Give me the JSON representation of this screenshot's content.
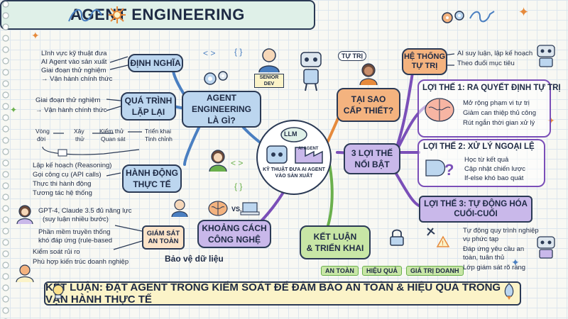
{
  "title": "AGENT ENGINEERING",
  "center": {
    "label": "LLM",
    "tag": "AI AGENT",
    "caption": "KỸ THUẬT ĐƯA AI AGENT VÀO SẢN XUẤT"
  },
  "agent_eng": {
    "line1": "AGENT",
    "line2": "ENGINEERING",
    "line3": "LÀ GÌ?"
  },
  "why": {
    "line1": "TẠI SAO",
    "line2": "CẤP THIẾT?",
    "tag": "TỰ TRỊ",
    "senior": "SENIOR DEV"
  },
  "dinh_nghia": {
    "label": "ĐỊNH NGHĨA",
    "items": [
      "Lĩnh vực kỹ thuật đưa",
      "AI Agent vào sản xuất",
      "Giai đoạn thử nghiệm",
      "→ Vận hành chính thức"
    ]
  },
  "qua_trinh": {
    "line1": "QUÁ TRÌNH",
    "line2": "LẶP LẠI",
    "items": [
      "Giai đoạn thử nghiệm",
      "→ Vận hành chính thức"
    ],
    "cycle": [
      "Vòng",
      "đời",
      "Xây",
      "thử",
      "Kiểm thử",
      "Quan sát",
      "Triển khai",
      "Tinh chỉnh"
    ]
  },
  "hanh_dong": {
    "line1": "HÀNH ĐỘNG",
    "line2": "THỰC TẾ",
    "items": [
      "Lập kế hoạch (Reasoning)",
      "Gọi công cụ (API calls)",
      "Thực thi hành động",
      "Tương tác hệ thống"
    ]
  },
  "khoang_cach": {
    "line1": "KHOẢNG CÁCH",
    "line2": "CÔNG NGHỆ",
    "vs": "VS.",
    "items": [
      "GPT-4, Claude 3.5 đủ năng lực",
      "(suy luận nhiều bước)",
      "Phần mềm truyền thống",
      "khó đáp ứng (rule-based"
    ]
  },
  "giam_sat": {
    "line1": "GIÁM SÁT",
    "line2": "AN TOÀN",
    "items": [
      "Kiểm soát rủi ro",
      "Phù hợp kiến trúc doanh nghiệp"
    ],
    "sub": "Bảo vệ dữ liệu"
  },
  "ket_luan_node": {
    "line1": "KẾT LUẬN",
    "line2": "& TRIỂN KHAI",
    "badges": [
      "AN TOÀN",
      "HIỆU QUẢ",
      "GIÁ TRỊ DOANH"
    ]
  },
  "ba_loi_the": {
    "line1": "3 LỢI THẾ",
    "line2": "NỔI BẬT"
  },
  "he_thong": {
    "line1": "HỆ THỐNG",
    "line2": "TỰ TRỊ",
    "items": [
      "AI suy luận, lập kế hoạch",
      "Theo đuổi mục tiêu"
    ]
  },
  "loi_the_1": {
    "title": "LỢI THẾ 1: RA QUYẾT ĐỊNH TỰ TRỊ",
    "items": [
      "Mở rộng phạm vi tự trị",
      "Giảm can thiệp thủ công",
      "Rút ngắn thời gian xử lý"
    ]
  },
  "loi_the_2": {
    "title": "LỢI THẾ 2: XỬ LÝ NGOẠI LỆ",
    "items": [
      "Học từ kết quả",
      "Cập nhật chiến lược",
      "If-else khó bao quát"
    ]
  },
  "loi_the_3": {
    "title1": "LỢI THẾ 3: TỰ ĐỘNG HÓA",
    "title2": "CUỐI-CUỐI",
    "items": [
      "Tự động quy trình nghiệp",
      "vụ phức tạp",
      "Đáp ứng yêu cầu an",
      "toàn, tuân thủ",
      "Lớp giám sát rõ ràng"
    ]
  },
  "conclusion": "KẾT LUẬN: ĐẶT AGENT TRONG KIỂM SOÁT ĐỂ ĐẢM BẢO AN TOÀN & HIỆU QUẢ TRONG VẬN HÀNH THỰC TẾ",
  "colors": {
    "blue": "#bcd6ef",
    "orange": "#f4b37f",
    "purple": "#c9b8ea",
    "green": "#c8e6a6",
    "yellow": "#fbf3c8"
  }
}
